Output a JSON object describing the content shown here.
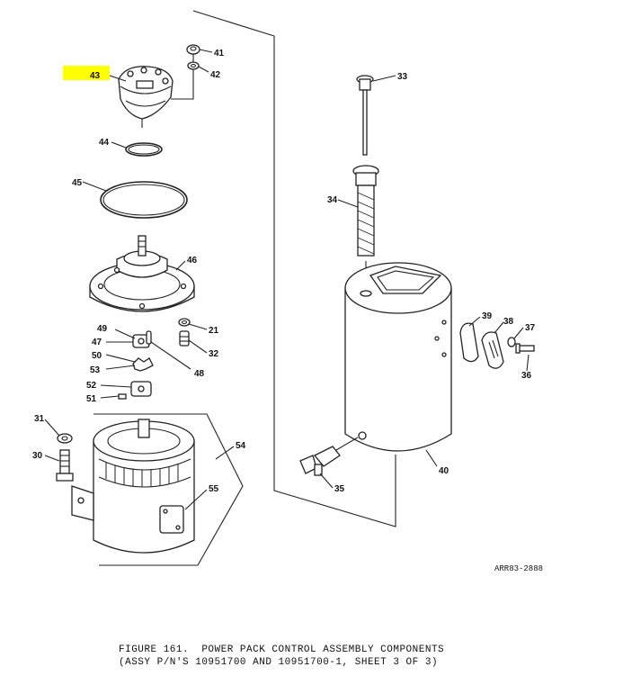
{
  "figure": {
    "caption_line1": "FIGURE 161.  POWER PACK CONTROL ASSEMBLY COMPONENTS",
    "caption_line2": "(ASSY P/N'S 10951700 AND 10951700-1, SHEET 3 OF 3)",
    "reference": "ARR83-2888",
    "highlight_color": "#ffff00"
  },
  "callouts": {
    "c30": "30",
    "c31": "31",
    "c32": "32",
    "c33": "33",
    "c34": "34",
    "c35": "35",
    "c36": "36",
    "c37": "37",
    "c38": "38",
    "c39": "39",
    "c40": "40",
    "c41": "41",
    "c42": "42",
    "c43": "43",
    "c44": "44",
    "c45": "45",
    "c46": "46",
    "c47": "47",
    "c48": "48",
    "c49": "49",
    "c50": "50",
    "c51": "51",
    "c52": "52",
    "c53": "53",
    "c54": "54",
    "c55": "55",
    "c21": "21"
  }
}
